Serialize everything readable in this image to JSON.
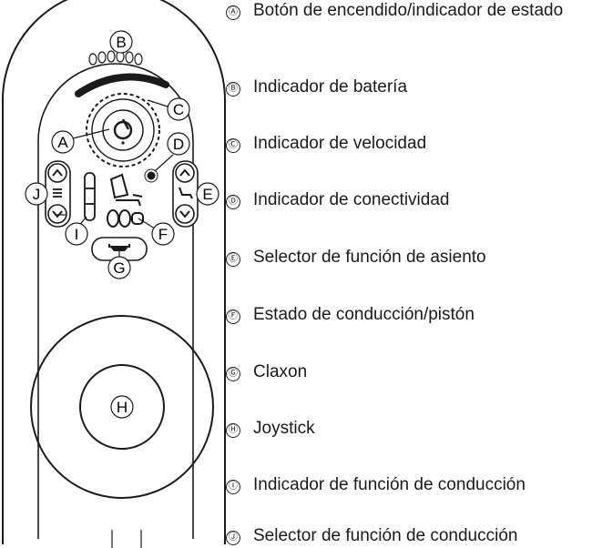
{
  "callouts": {
    "a": "A",
    "b": "B",
    "c": "C",
    "d": "D",
    "e": "E",
    "f": "F",
    "g": "G",
    "h": "H",
    "i": "I",
    "j": "J"
  },
  "legend": [
    {
      "letter": "Ⓐ",
      "text": "Botón de encendido/indicador de estado"
    },
    {
      "letter": "Ⓑ",
      "text": "Indicador de batería"
    },
    {
      "letter": "Ⓒ",
      "text": "Indicador de velocidad"
    },
    {
      "letter": "Ⓓ",
      "text": "Indicador de conectividad"
    },
    {
      "letter": "Ⓔ",
      "text": "Selector de función de asiento"
    },
    {
      "letter": "Ⓕ",
      "text": "Estado de conducción/pistón"
    },
    {
      "letter": "Ⓖ",
      "text": "Claxon"
    },
    {
      "letter": "Ⓗ",
      "text": "Joystick"
    },
    {
      "letter": "Ⓘ",
      "text": "Indicador de función de conducción"
    },
    {
      "letter": "Ⓙ",
      "text": "Selector de función de conducción"
    }
  ]
}
